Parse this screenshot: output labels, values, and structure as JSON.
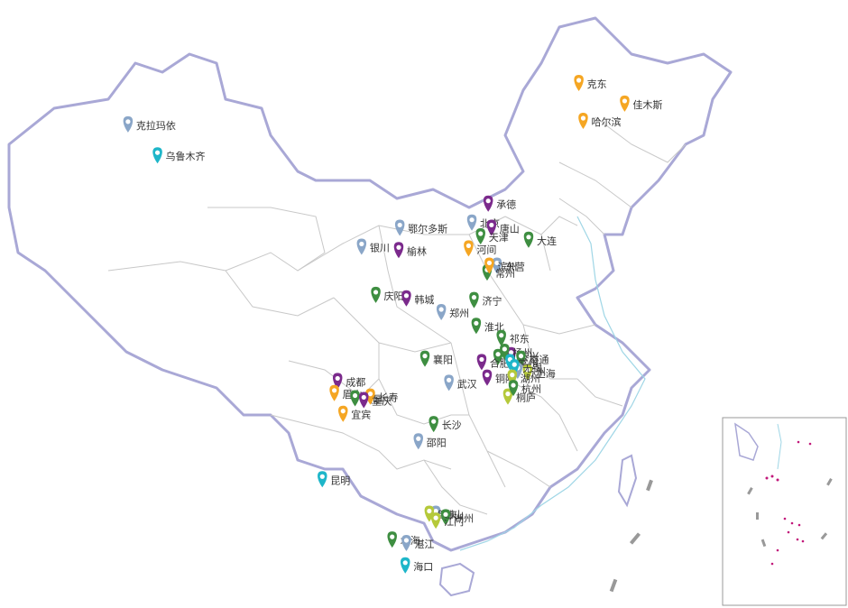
{
  "colors": {
    "orange": "#F5A623",
    "purple": "#7B2A8C",
    "green": "#3E8E41",
    "cyan": "#1EB6C9",
    "steel": "#8AA6C8",
    "lime": "#B5C93A",
    "province_border": "#c8c8c8",
    "country_border": "#a9a8d6"
  },
  "cities": [
    {
      "name": "克拉玛依",
      "marker": "steel",
      "lon": 84.9,
      "lat": 45.6
    },
    {
      "name": "乌鲁木齐",
      "marker": "cyan",
      "lon": 87.6,
      "lat": 43.8
    },
    {
      "name": "克东",
      "marker": "orange",
      "lon": 126.2,
      "lat": 48.0
    },
    {
      "name": "佳木斯",
      "marker": "orange",
      "lon": 130.4,
      "lat": 46.8
    },
    {
      "name": "哈尔滨",
      "marker": "orange",
      "lon": 126.6,
      "lat": 45.8
    },
    {
      "name": "承德",
      "marker": "purple",
      "lon": 117.9,
      "lat": 41.0
    },
    {
      "name": "北京",
      "marker": "steel",
      "lon": 116.4,
      "lat": 39.9
    },
    {
      "name": "唐山",
      "marker": "purple",
      "lon": 118.2,
      "lat": 39.6
    },
    {
      "name": "大连",
      "marker": "green",
      "lon": 121.6,
      "lat": 38.9
    },
    {
      "name": "鄂尔多斯",
      "marker": "steel",
      "lon": 109.8,
      "lat": 39.6
    },
    {
      "name": "河间",
      "marker": "orange",
      "lon": 116.1,
      "lat": 38.4
    },
    {
      "name": "天津",
      "marker": "green",
      "lon": 117.2,
      "lat": 39.1
    },
    {
      "name": "银川",
      "marker": "steel",
      "lon": 106.3,
      "lat": 38.5
    },
    {
      "name": "榆林",
      "marker": "purple",
      "lon": 109.7,
      "lat": 38.3
    },
    {
      "name": "东营",
      "marker": "steel",
      "lon": 118.7,
      "lat": 37.4
    },
    {
      "name": "常州",
      "marker": "green",
      "lon": 117.8,
      "lat": 37.0
    },
    {
      "name": "滨州",
      "marker": "orange",
      "lon": 118.0,
      "lat": 37.4
    },
    {
      "name": "庆阳",
      "marker": "green",
      "lon": 107.6,
      "lat": 35.7
    },
    {
      "name": "韩城",
      "marker": "purple",
      "lon": 110.4,
      "lat": 35.5
    },
    {
      "name": "济宁",
      "marker": "green",
      "lon": 116.6,
      "lat": 35.4
    },
    {
      "name": "郑州",
      "marker": "steel",
      "lon": 113.6,
      "lat": 34.7
    },
    {
      "name": "淮北",
      "marker": "green",
      "lon": 116.8,
      "lat": 33.9
    },
    {
      "name": "祁东",
      "marker": "green",
      "lon": 119.1,
      "lat": 33.2
    },
    {
      "name": "南京",
      "marker": "green",
      "lon": 118.8,
      "lat": 32.1
    },
    {
      "name": "泰兴",
      "marker": "purple",
      "lon": 120.0,
      "lat": 32.2
    },
    {
      "name": "扬州",
      "marker": "green",
      "lon": 119.4,
      "lat": 32.4
    },
    {
      "name": "南通",
      "marker": "green",
      "lon": 120.9,
      "lat": 32.0
    },
    {
      "name": "襄阳",
      "marker": "green",
      "lon": 112.1,
      "lat": 32.0
    },
    {
      "name": "合肥",
      "marker": "purple",
      "lon": 117.3,
      "lat": 31.8
    },
    {
      "name": "常州",
      "marker": "cyan",
      "lon": 119.9,
      "lat": 31.8
    },
    {
      "name": "苏州",
      "marker": "steel",
      "lon": 120.6,
      "lat": 31.3
    },
    {
      "name": "上海",
      "marker": "lime",
      "lon": 121.5,
      "lat": 31.2
    },
    {
      "name": "铜陵",
      "marker": "purple",
      "lon": 117.8,
      "lat": 30.9
    },
    {
      "name": "无锡",
      "marker": "cyan",
      "lon": 120.3,
      "lat": 31.5
    },
    {
      "name": "湖州",
      "marker": "lime",
      "lon": 120.1,
      "lat": 30.9
    },
    {
      "name": "成都",
      "marker": "purple",
      "lon": 104.1,
      "lat": 30.7
    },
    {
      "name": "眉山",
      "marker": "orange",
      "lon": 103.8,
      "lat": 30.0
    },
    {
      "name": "武汉",
      "marker": "steel",
      "lon": 114.3,
      "lat": 30.6
    },
    {
      "name": "大足",
      "marker": "green",
      "lon": 105.7,
      "lat": 29.7
    },
    {
      "name": "长寿",
      "marker": "orange",
      "lon": 107.1,
      "lat": 29.8
    },
    {
      "name": "重庆",
      "marker": "purple",
      "lon": 106.5,
      "lat": 29.6
    },
    {
      "name": "桐庐",
      "marker": "lime",
      "lon": 119.7,
      "lat": 29.8
    },
    {
      "name": "杭州",
      "marker": "green",
      "lon": 120.2,
      "lat": 30.3
    },
    {
      "name": "宜宾",
      "marker": "orange",
      "lon": 104.6,
      "lat": 28.8
    },
    {
      "name": "长沙",
      "marker": "green",
      "lon": 112.9,
      "lat": 28.2
    },
    {
      "name": "邵阳",
      "marker": "steel",
      "lon": 111.5,
      "lat": 27.2
    },
    {
      "name": "昆明",
      "marker": "cyan",
      "lon": 102.7,
      "lat": 25.0
    },
    {
      "name": "佛山",
      "marker": "steel",
      "lon": 113.1,
      "lat": 23.0
    },
    {
      "name": "肇庆",
      "marker": "lime",
      "lon": 112.5,
      "lat": 23.0
    },
    {
      "name": "湖州",
      "marker": "green",
      "lon": 114.0,
      "lat": 22.8
    },
    {
      "name": "北海",
      "marker": "green",
      "lon": 109.1,
      "lat": 21.5
    },
    {
      "name": "江门",
      "marker": "lime",
      "lon": 113.1,
      "lat": 22.6
    },
    {
      "name": "湛江",
      "marker": "steel",
      "lon": 110.4,
      "lat": 21.3
    },
    {
      "name": "海口",
      "marker": "cyan",
      "lon": 110.3,
      "lat": 20.0
    }
  ]
}
